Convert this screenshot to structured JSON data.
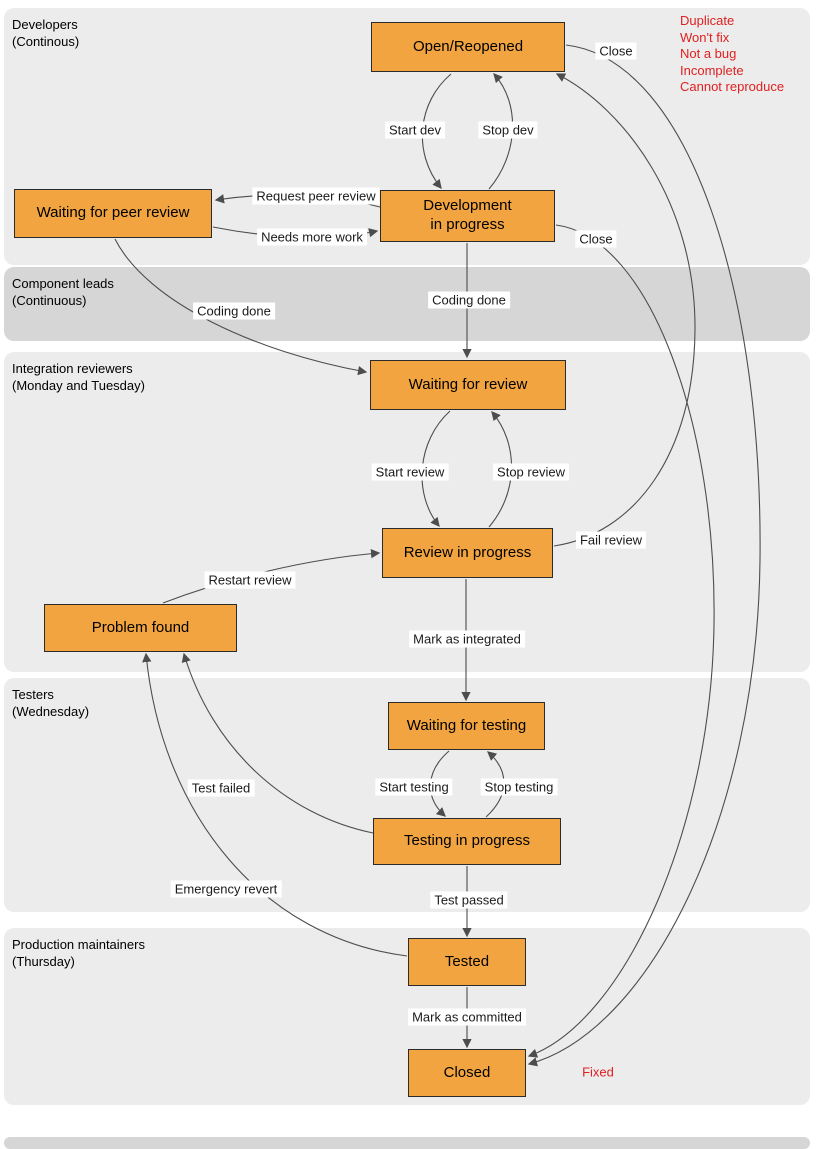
{
  "diagram": {
    "lanes": [
      {
        "line1": "Developers",
        "line2": "(Continous)"
      },
      {
        "line1": "Component leads",
        "line2": "(Continuous)"
      },
      {
        "line1": "Integration reviewers",
        "line2": "(Monday and Tuesday)"
      },
      {
        "line1": "Testers",
        "line2": "(Wednesday)"
      },
      {
        "line1": "Production maintainers",
        "line2": "(Thursday)"
      }
    ],
    "states": {
      "open_reopened": "Open/Reopened",
      "waiting_for_peer_review": "Waiting for peer review",
      "development_in_progress": "Development in progress",
      "waiting_for_review": "Waiting for review",
      "review_in_progress": "Review in progress",
      "problem_found": "Problem found",
      "waiting_for_testing": "Waiting for testing",
      "testing_in_progress": "Testing in progress",
      "tested": "Tested",
      "closed": "Closed"
    },
    "transitions": {
      "start_dev": "Start dev",
      "stop_dev": "Stop dev",
      "request_peer_review": "Request peer review",
      "needs_more_work": "Needs more work",
      "close_from_open": "Close",
      "close_from_development": "Close",
      "coding_done_from_peer_review": "Coding done",
      "coding_done_from_development": "Coding done",
      "start_review": "Start review",
      "stop_review": "Stop review",
      "fail_review": "Fail review",
      "restart_review": "Restart review",
      "mark_as_integrated": "Mark as integrated",
      "start_testing": "Start testing",
      "stop_testing": "Stop testing",
      "test_failed": "Test failed",
      "test_passed": "Test passed",
      "emergency_revert": "Emergency revert",
      "mark_as_committed": "Mark as committed"
    },
    "annotations": {
      "close_resolutions": [
        "Duplicate",
        "Won't fix",
        "Not a bug",
        "Incomplete",
        "Cannot reproduce"
      ],
      "commit_resolution": "Fixed"
    }
  },
  "colors": {
    "state-fill": "#F1A43F",
    "state-border": "#2b2b2b",
    "lane-light": "#ECECEC",
    "lane-dark": "#D6D6D6",
    "edge": "#4D4D4D",
    "annotation-red": "#E02020",
    "text": "#1A1A1A"
  }
}
